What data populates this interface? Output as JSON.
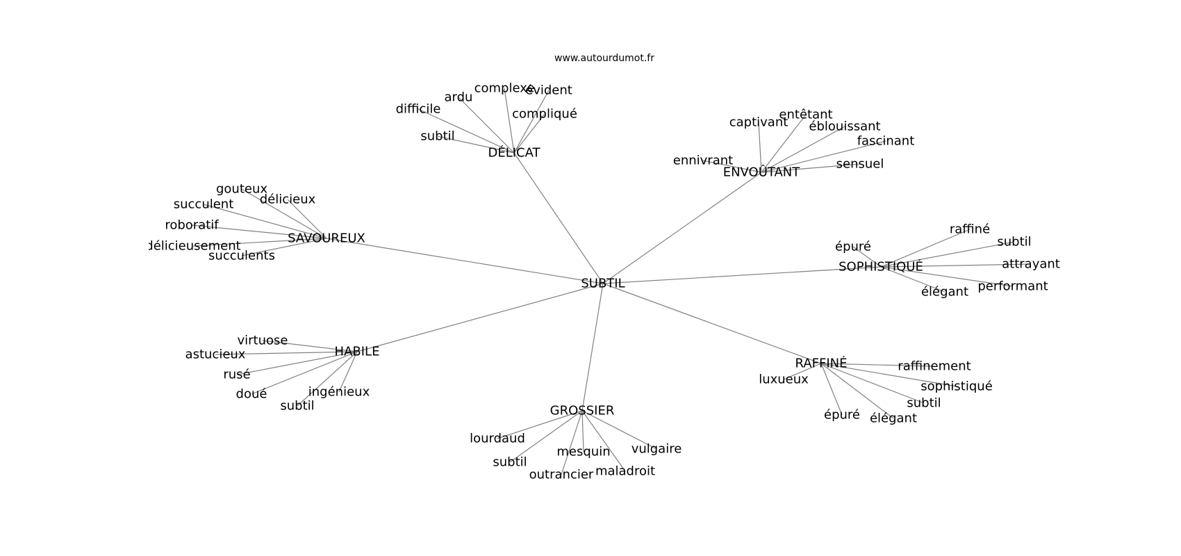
{
  "source": "www.autourdumot.fr",
  "edge_color": "#808080",
  "center": "SUBTIL",
  "groups": [
    {
      "id": "delicat",
      "label": "DÉLICAT",
      "leaves": [
        "subtil",
        "difficile",
        "ardu",
        "complexe",
        "évident",
        "compliqué"
      ]
    },
    {
      "id": "envoutant",
      "label": "ENVOÛTANT",
      "leaves": [
        "ennivrant",
        "captivant",
        "entêtant",
        "éblouissant",
        "fascinant",
        "sensuel"
      ]
    },
    {
      "id": "savoureux",
      "label": "SAVOUREUX",
      "leaves": [
        "gouteux",
        "délicieux",
        "succulent",
        "roboratif",
        "délicieusement",
        "succulents"
      ]
    },
    {
      "id": "sophistique",
      "label": "SOPHISTIQUÉ",
      "leaves": [
        "épuré",
        "raffiné",
        "subtil",
        "attrayant",
        "performant",
        "élégant"
      ]
    },
    {
      "id": "habile",
      "label": "HABILE",
      "leaves": [
        "virtuose",
        "astucieux",
        "rusé",
        "doué",
        "subtil",
        "ingénieux"
      ]
    },
    {
      "id": "raffine",
      "label": "RAFFINÉ",
      "leaves": [
        "luxueux",
        "raffinement",
        "sophistiqué",
        "subtil",
        "élégant",
        "épuré"
      ]
    },
    {
      "id": "grossier",
      "label": "GROSSIER",
      "leaves": [
        "lourdaud",
        "subtil",
        "mesquin",
        "outrancier",
        "maladroit",
        "vulgaire"
      ]
    }
  ]
}
